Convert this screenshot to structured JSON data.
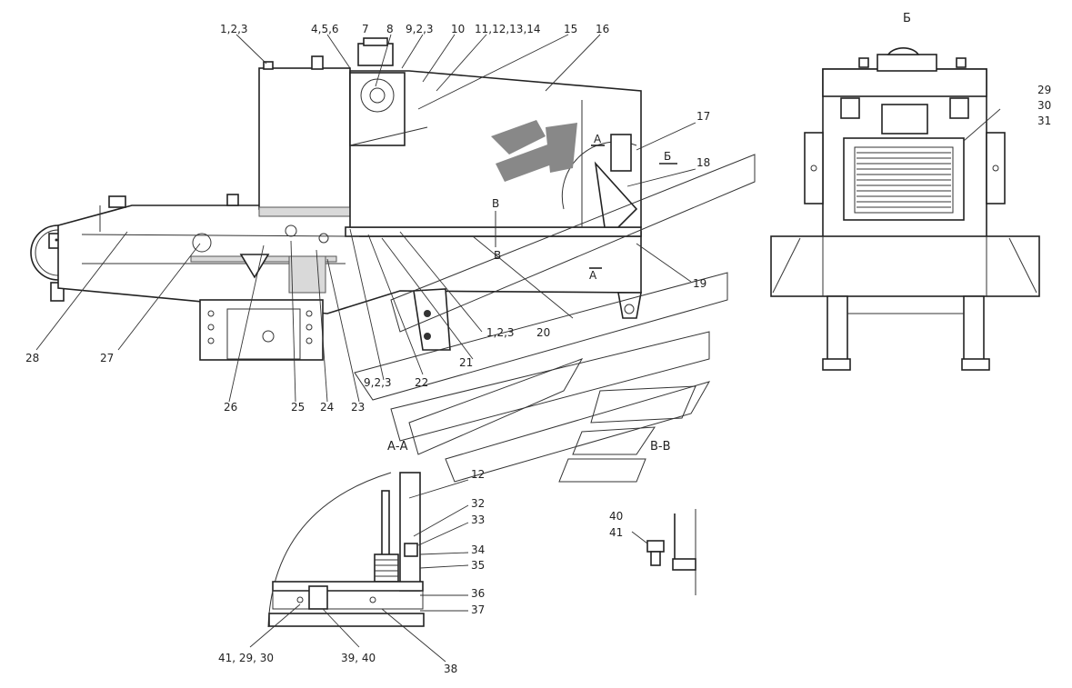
{
  "callouts": {
    "c_1_2_3_top": "1,2,3",
    "c_4_5_6": "4,5,6",
    "c_7": "7",
    "c_8": "8",
    "c_9_2_3_top": "9,2,3",
    "c_10": "10",
    "c_11_12_13_14": "11,12,13,14",
    "c_15": "15",
    "c_16": "16",
    "c_17": "17",
    "c_18": "18",
    "c_19": "19",
    "c_20": "20",
    "c_21": "21",
    "c_22": "22",
    "c_1_2_3_mid": "1,2,3",
    "c_9_2_3_low": "9,2,3",
    "c_23": "23",
    "c_24": "24",
    "c_25": "25",
    "c_26": "26",
    "c_27": "27",
    "c_28": "28",
    "c_29_30_31": [
      "29",
      "30",
      "31"
    ],
    "c_12": "12",
    "c_32": "32",
    "c_33": "33",
    "c_34": "34",
    "c_35": "35",
    "c_36": "36",
    "c_37": "37",
    "c_38": "38",
    "c_39_40": "39, 40",
    "c_41_29_30": "41, 29, 30",
    "c_40": "40",
    "c_41": "41"
  },
  "view_titles": {
    "view_b": "Б",
    "section_aa": "А-А",
    "section_vv": "В-В"
  },
  "section_marks": {
    "a_top": "А",
    "a_bottom": "А",
    "b_arrow": "Б",
    "v_top": "В",
    "v_bottom": "В"
  }
}
